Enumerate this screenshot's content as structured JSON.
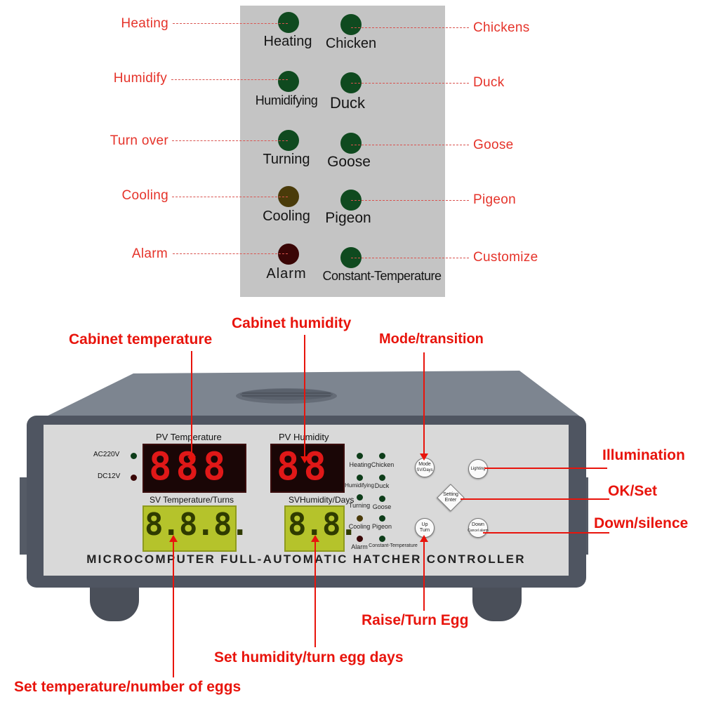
{
  "indicator_panel": {
    "left_leds": [
      {
        "label": "Heating",
        "callout": "Heating",
        "color": "#0f4a1f"
      },
      {
        "label": "Humidifying",
        "callout": "Humidify",
        "color": "#0f4a1f"
      },
      {
        "label": "Turning",
        "callout": "Turn over",
        "color": "#0f4a1f"
      },
      {
        "label": "Cooling",
        "callout": "Cooling",
        "color": "#4a3b0a"
      },
      {
        "label": "Alarm",
        "callout": "Alarm",
        "color": "#3a0606"
      }
    ],
    "right_leds": [
      {
        "label": "Chicken",
        "callout": "Chickens",
        "color": "#0f4a1f"
      },
      {
        "label": "Duck",
        "callout": "Duck",
        "color": "#0f4a1f"
      },
      {
        "label": "Goose",
        "callout": "Goose",
        "color": "#0f4a1f"
      },
      {
        "label": "Pigeon",
        "callout": "Pigeon",
        "color": "#0f4a1f"
      },
      {
        "label": "Constant-Temperature",
        "callout": "Customize",
        "color": "#0f4a1f"
      }
    ]
  },
  "device": {
    "power": {
      "ac_label": "AC220V",
      "dc_label": "DC12V"
    },
    "pv_temperature_title": "PV Temperature",
    "pv_humidity_title": "PV Humidity",
    "sv_temperature_title": "SV Temperature/Turns",
    "sv_humidity_title": "SVHumidity/Days",
    "pv_temperature_digits": "888",
    "pv_humidity_digits": "88",
    "sv_temperature_digits": "8.8.8.",
    "sv_humidity_digits": "8.8.",
    "small_leds": {
      "left": [
        "Heating",
        "Humidifying",
        "Turning",
        "Cooling",
        "Alarm"
      ],
      "right": [
        "Chicken",
        "Duck",
        "Goose",
        "Pigeon",
        "Constant-Temperature"
      ]
    },
    "buttons": {
      "mode_top": "Mode",
      "mode_bottom": "SV/Days",
      "lighting": "Lighting",
      "setting_top": "Setting",
      "setting_bottom": "Enter",
      "up_top": "Up",
      "up_bottom": "Turn",
      "down_top": "Down",
      "down_bottom": "Cancel alarm"
    },
    "banner": "MICROCOMPUTER FULL-AUTOMATIC HATCHER CONTROLLER"
  },
  "annotations": {
    "cabinet_temperature": "Cabinet temperature",
    "cabinet_humidity": "Cabinet humidity",
    "mode_transition": "Mode/transition",
    "illumination": "Illumination",
    "ok_set": "OK/Set",
    "down_silence": "Down/silence",
    "raise_turn_egg": "Raise/Turn Egg",
    "set_humidity": "Set humidity/turn egg days",
    "set_temperature": "Set temperature/number of eggs"
  },
  "colors": {
    "annotation_red": "#e8140c",
    "callout_red": "#e5332a",
    "panel_gray": "#c4c4c4",
    "device_body": "#4f5561"
  }
}
